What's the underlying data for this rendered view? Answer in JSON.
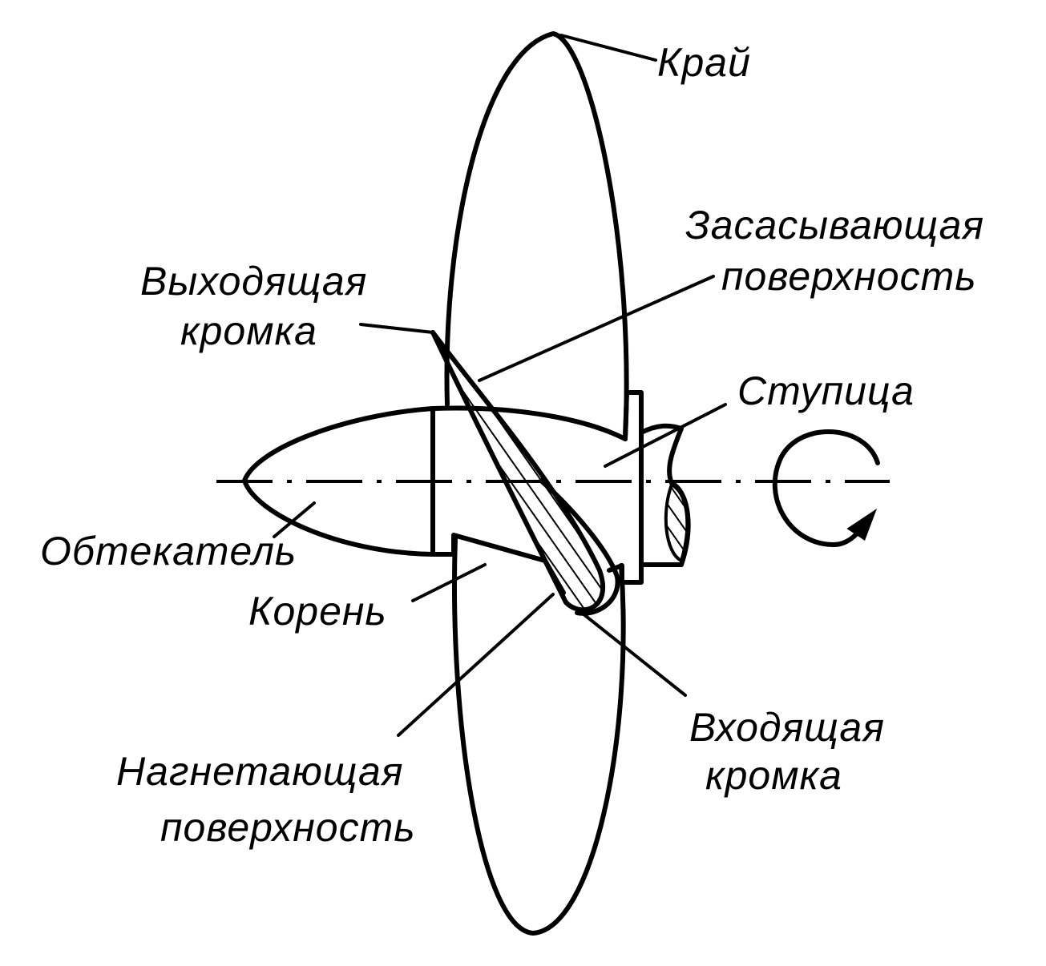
{
  "labels": {
    "tip": "Край",
    "suction_1": "Засасывающая",
    "suction_2": "поверхность",
    "trailing_1": "Выходящая",
    "trailing_2": "кромка",
    "hub": "Ступица",
    "spinner": "Обтекатель",
    "root": "Корень",
    "leading_1": "Входящая",
    "leading_2": "кромка",
    "pressure_1": "Нагнетающая",
    "pressure_2": "поверхность"
  },
  "colors": {
    "ink": "#000000",
    "paper": "#ffffff"
  }
}
